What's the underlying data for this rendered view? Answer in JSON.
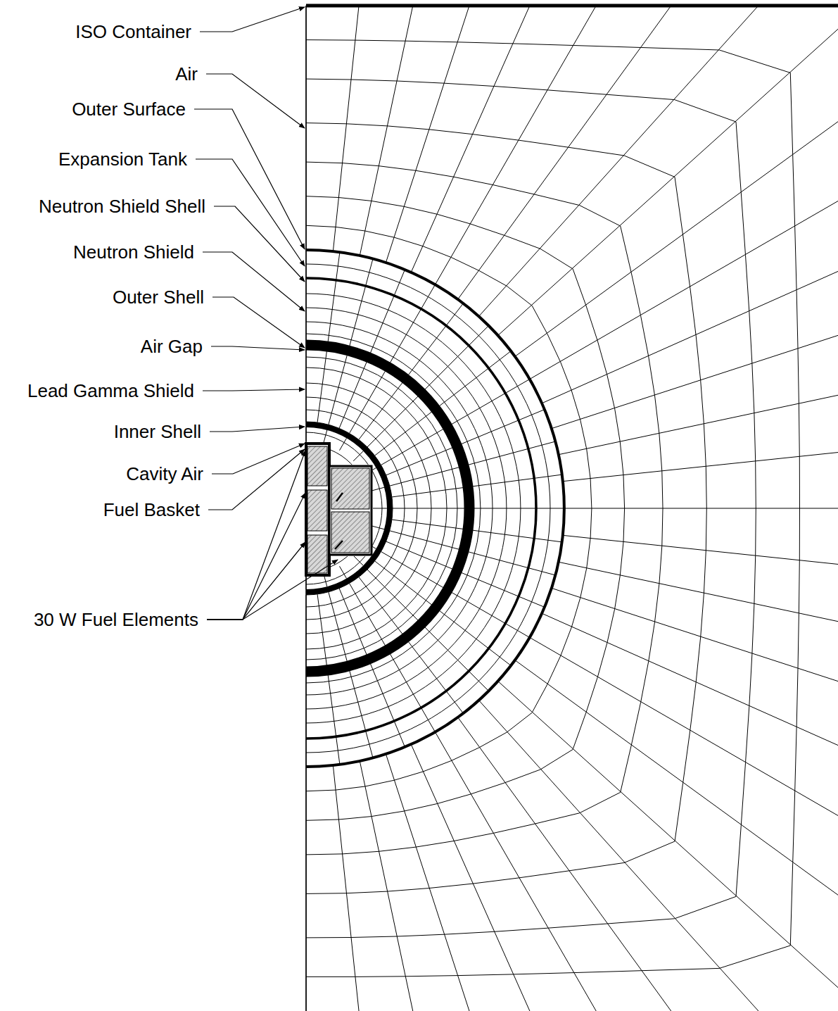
{
  "diagram": {
    "labels": [
      "ISO Container",
      "Air",
      "Outer Surface",
      "Expansion Tank",
      "Neutron Shield Shell",
      "Neutron Shield",
      "Outer Shell",
      "Air Gap",
      "Lead Gamma Shield",
      "Inner Shell",
      "Cavity Air",
      "Fuel Basket",
      "30 W Fuel Elements"
    ]
  }
}
